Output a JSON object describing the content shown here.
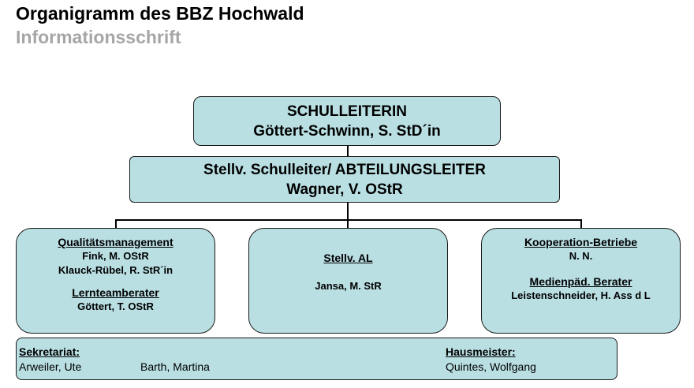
{
  "header": {
    "title": "Organigramm des BBZ Hochwald",
    "subtitle": "Informationsschrift"
  },
  "top": {
    "role": "SCHULLEITERIN",
    "name": "Göttert-Schwinn, S. StD´in"
  },
  "second": {
    "role": "Stellv. Schulleiter/ ABTEILUNGSLEITER",
    "name": "Wagner, V. OStR"
  },
  "left": {
    "heading1": "Qualitätsmanagement",
    "line1": "Fink, M. OStR",
    "line2": "Klauck-Rübel, R. StR´in",
    "heading2": "Lernteamberater",
    "line3": "Göttert, T. OStR"
  },
  "center": {
    "heading": "Stellv. AL",
    "line1": "Jansa, M. StR"
  },
  "right": {
    "heading1": "Kooperation-Betriebe",
    "line1": "N. N.",
    "heading2": "Medienpäd. Berater",
    "line2": "Leistenschneider, H. Ass d L"
  },
  "footer": {
    "secretariat_label": "Sekretariat:",
    "secretariat_1": "Arweiler, Ute",
    "secretariat_2": "Barth, Martina",
    "janitor_label": "Hausmeister:",
    "janitor_1": "Quintes, Wolfgang"
  }
}
